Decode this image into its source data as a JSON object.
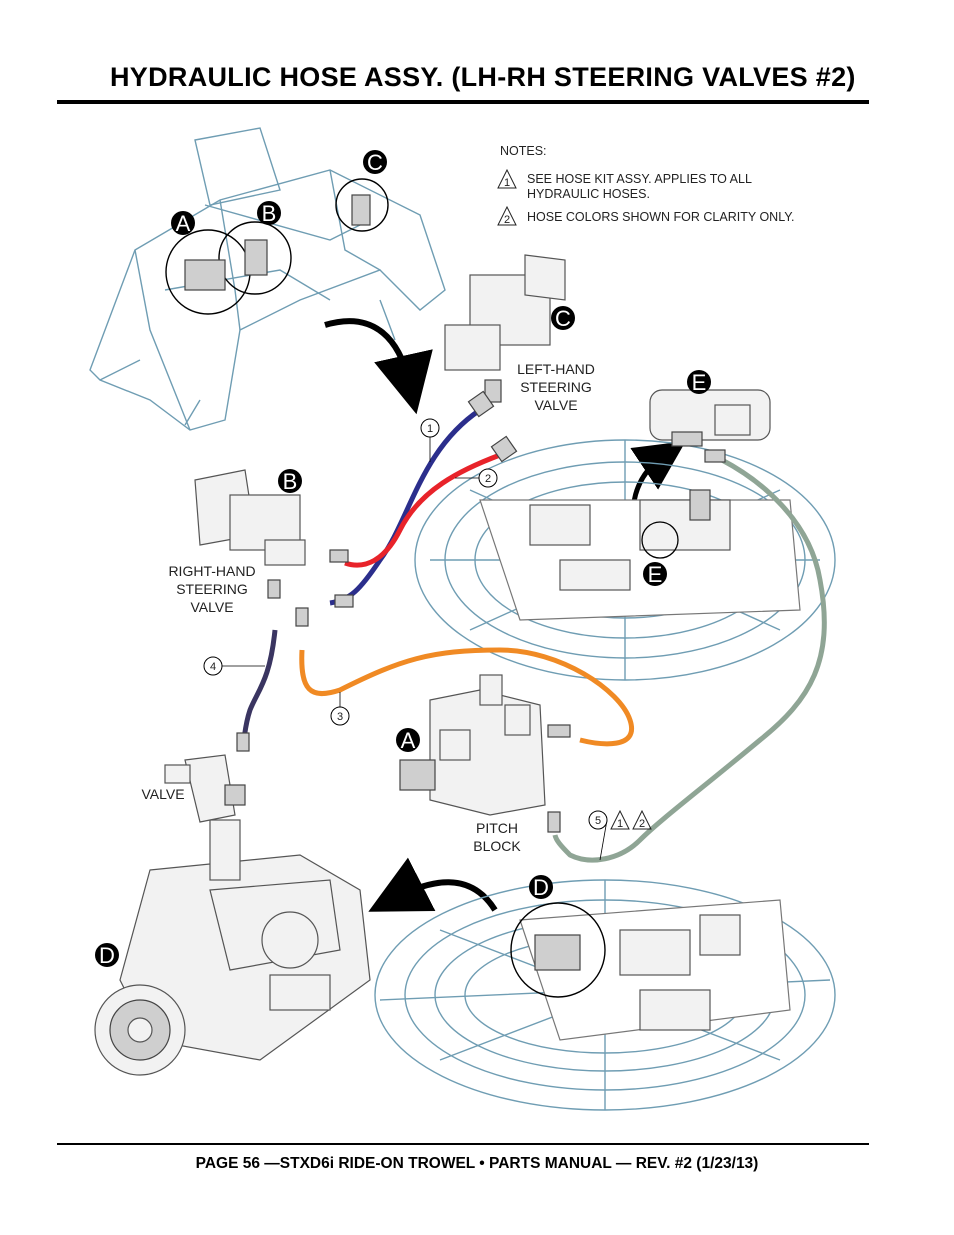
{
  "header": {
    "title": "HYDRAULIC HOSE ASSY. (LH-RH STEERING VALVES #2)"
  },
  "notes": {
    "heading": "NOTES:",
    "items": [
      {
        "marker": "1",
        "line1": "SEE HOSE KIT ASSY.  APPLIES TO ALL",
        "line2": "HYDRAULIC HOSES."
      },
      {
        "marker": "2",
        "line1": "HOSE COLORS SHOWN FOR CLARITY ONLY.",
        "line2": ""
      }
    ]
  },
  "labels": {
    "left_hand_valve": [
      "LEFT-HAND",
      "STEERING",
      "VALVE"
    ],
    "right_hand_valve": [
      "RIGHT-HAND",
      "STEERING",
      "VALVE"
    ],
    "valve": "VALVE",
    "pitch_block": [
      "PITCH",
      "BLOCK"
    ]
  },
  "callouts": {
    "A": "A",
    "B": "B",
    "C": "C",
    "D": "D",
    "E": "E"
  },
  "hoses": [
    {
      "number": "1",
      "color": "#2b2e8c"
    },
    {
      "number": "2",
      "color": "#e8232a"
    },
    {
      "number": "3",
      "color": "#f08a24"
    },
    {
      "number": "4",
      "color": "#3a3561"
    },
    {
      "number": "5",
      "color": "#8fa595",
      "note_refs": [
        "1",
        "2"
      ]
    }
  ],
  "footer": {
    "text": "PAGE 56 —STXD6i RIDE-ON TROWEL • PARTS MANUAL — REV. #2 (1/23/13)"
  }
}
